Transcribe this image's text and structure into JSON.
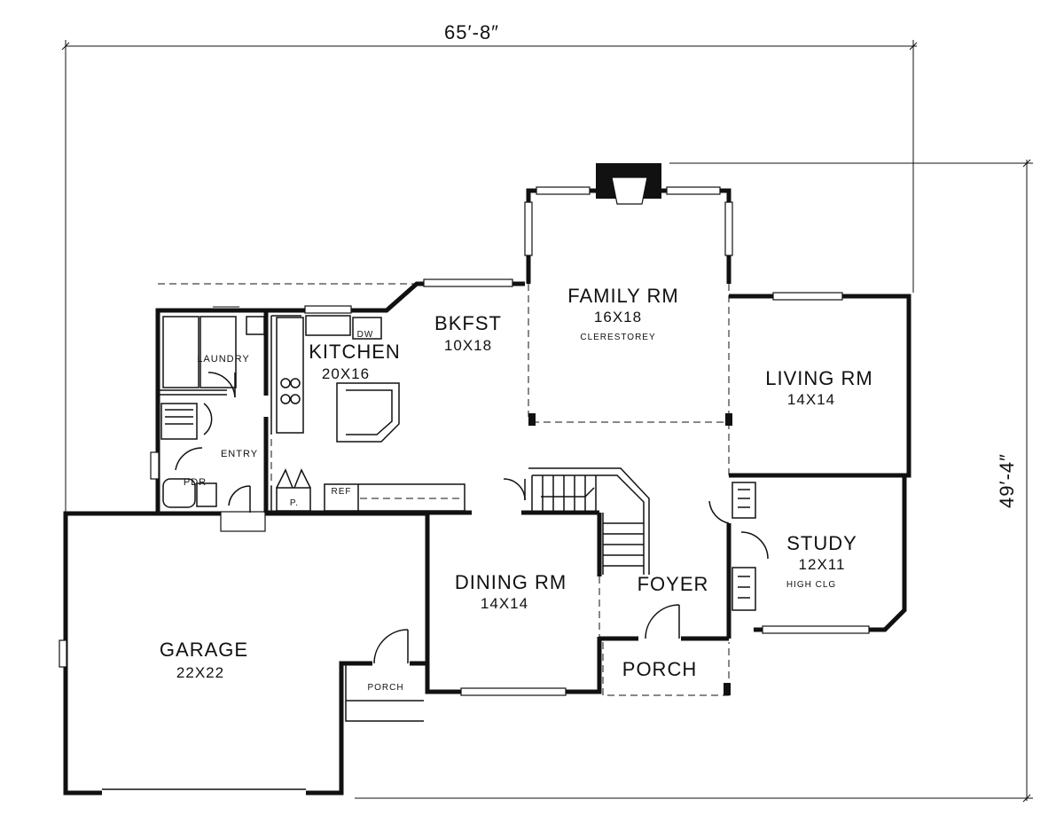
{
  "dimensions": {
    "width": "65′-8″",
    "depth": "49′-4″"
  },
  "rooms": {
    "family": {
      "name": "FAMILY RM",
      "size": "16X18",
      "note": "CLERESTOREY"
    },
    "bkfst": {
      "name": "BKFST",
      "size": "10X18"
    },
    "kitchen": {
      "name": "KITCHEN",
      "size": "20X16"
    },
    "living": {
      "name": "LIVING RM",
      "size": "14X14"
    },
    "study": {
      "name": "STUDY",
      "size": "12X11",
      "note": "HIGH CLG"
    },
    "dining": {
      "name": "DINING RM",
      "size": "14X14"
    },
    "foyer": {
      "name": "FOYER"
    },
    "porch": {
      "name": "PORCH"
    },
    "garage": {
      "name": "GARAGE",
      "size": "22X22"
    },
    "garage_porch": {
      "name": "PORCH"
    }
  },
  "fixtures": {
    "laundry": "LAUNDRY",
    "entry": "ENTRY",
    "pdr": "PDR",
    "dw": "DW",
    "ref": "REF",
    "pantry": "P."
  },
  "colors": {
    "line": "#111111",
    "background": "#ffffff"
  }
}
